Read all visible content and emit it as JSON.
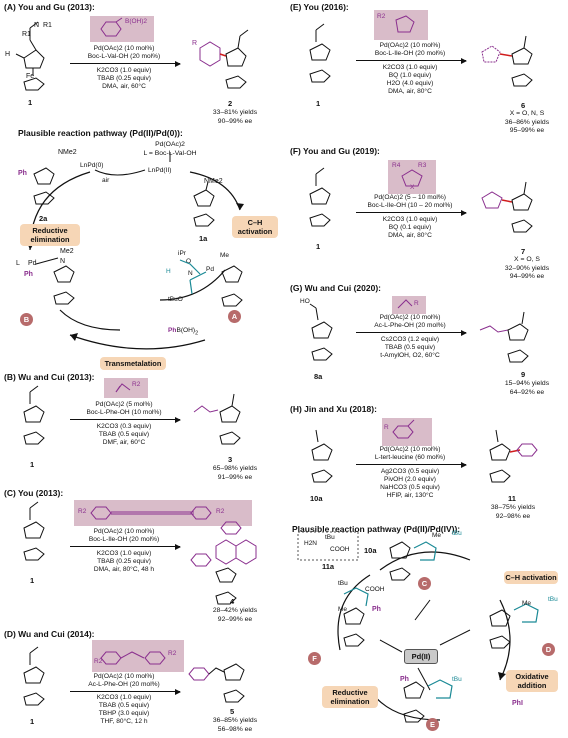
{
  "panel_a": {
    "title": "(A) You and Gu (2013):",
    "reagent_sub": "B(OH)2",
    "conditions": [
      "Pd(OAc)2 (10 mol%)",
      "Boc-L-Val-OH (20 mol%)",
      "K2CO3 (1.0 equiv)",
      "TBAB (0.25 equiv)",
      "DMA, air, 60°C"
    ],
    "sm_num": "1",
    "prod_num": "2",
    "results": [
      "33–81% yields",
      "90–99% ee"
    ],
    "sm_labels": {
      "n": "N",
      "r1a": "R1",
      "r1b": "R1",
      "h": "H",
      "fe": "Fe"
    }
  },
  "cycle1": {
    "title": "Plausible reaction pathway (Pd(II)/Pd(0)):",
    "top_labels": [
      "Pd(OAc)2",
      "L = Boc-L-Val-OH"
    ],
    "lnpd2": "LnPd(II)",
    "lnpd0": "LnPd(0)",
    "air": "air",
    "nme2": "NMe2",
    "ph": "Ph",
    "int_2a": "2a",
    "int_1a": "1a",
    "steps": [
      "C–H activation",
      "Reductive elimination",
      "Transmetalation"
    ],
    "b_labels": {
      "l": "L",
      "pd": "Pd",
      "me2": "Me2",
      "n": "N",
      "ph": "Ph"
    },
    "a_labels": {
      "ipr": "iPr",
      "o": "O",
      "h": "H",
      "n": "N",
      "pd": "Pd",
      "me": "Me",
      "tbuo": "tBuO"
    },
    "boronic": "PhB(OH)2",
    "circ_a": "A",
    "circ_b": "B"
  },
  "panel_b": {
    "title": "(B) Wu and Cui (2013):",
    "reagent_sub": "R2",
    "conditions": [
      "Pd(OAc)2 (5 mol%)",
      "Boc-L-Phe-OH (10 mol%)",
      "K2CO3 (0.3 equiv)",
      "TBAB (0.5 equiv)",
      "DMF, air, 60°C"
    ],
    "sm_num": "1",
    "prod_num": "3",
    "results": [
      "65–98% yields",
      "91–99% ee"
    ]
  },
  "panel_c": {
    "title": "(C) You (2013):",
    "reagent_subs": [
      "R2",
      "R2"
    ],
    "conditions": [
      "Pd(OAc)2 (10 mol%)",
      "Boc-L-Ile-OH (20 mol%)",
      "K2CO3 (1.0 equiv)",
      "TBAB (0.25 equiv)",
      "DMA, air, 80°C, 48 h"
    ],
    "sm_num": "1",
    "prod_num": "4",
    "results": [
      "28–42% yields",
      "92–99% ee"
    ]
  },
  "panel_d": {
    "title": "(D) Wu and Cui (2014):",
    "reagent_subs": [
      "R2",
      "R2"
    ],
    "conditions": [
      "Pd(OAc)2 (10 mol%)",
      "Ac-L-Phe-OH (20 mol%)",
      "K2CO3 (1.0 equiv)",
      "TBAB (0.5 equiv)",
      "TBHP (3.0 equiv)",
      "THF, 80°C, 12 h"
    ],
    "sm_num": "1",
    "prod_num": "5",
    "results": [
      "36–85% yields",
      "56–98% ee"
    ]
  },
  "panel_e": {
    "title": "(E) You (2016):",
    "reagent_sub": "R2",
    "conditions": [
      "Pd(OAc)2 (10 mol%)",
      "Boc-L-Ile-OH (20 mol%)",
      "K2CO3 (1.0 equiv)",
      "BQ (1.0 equiv)",
      "H2O (4.0 equiv)",
      "DMA, air, 80°C"
    ],
    "sm_num": "1",
    "prod_num": "6",
    "results": [
      "X = O, N, S",
      "36–86% yields",
      "95–99% ee"
    ]
  },
  "panel_f": {
    "title": "(F) You and Gu (2019):",
    "reagent_subs": [
      "R4",
      "R3",
      "X"
    ],
    "conditions": [
      "Pd(OAc)2 (5 – 10 mol%)",
      "Boc-L-Ile-OH (10 – 20 mol%)",
      "K2CO3 (1.0 equiv)",
      "BQ (0.1 equiv)",
      "DMA, air, 80°C"
    ],
    "sm_num": "1",
    "prod_num": "7",
    "results": [
      "X = O, S",
      "32–90% yields",
      "94–99% ee"
    ]
  },
  "panel_g": {
    "title": "(G) Wu and Cui (2020):",
    "reagent_sub": "R",
    "conditions": [
      "Pd(OAc)2 (10 mol%)",
      "Ac-L-Phe-OH (20 mol%)",
      "Cs2CO3 (1.2 equiv)",
      "TBAB (0.5 equiv)",
      "t-AmylOH, O2, 60°C"
    ],
    "sm_num": "8a",
    "prod_num": "9",
    "results": [
      "15–94% yields",
      "64–92% ee"
    ]
  },
  "panel_h": {
    "title": "(H) Jin and Xu (2018):",
    "reagent_sub": "R",
    "conditions": [
      "Pd(OAc)2 (10 mol%)",
      "L-tert-leucine (60 mol%)",
      "Ag2CO3 (0.5 equiv)",
      "PivOH (2.0 equiv)",
      "NaHCO3 (0.5 equiv)",
      "HFIP, air, 130°C"
    ],
    "sm_num": "10a",
    "prod_num": "11",
    "results": [
      "38–75% yields",
      "92–98% ee"
    ]
  },
  "cycle2": {
    "title": "Plausible reaction pathway (Pd(II)/Pd(IV)):",
    "center": "Pd(II)",
    "steps": [
      "C–H activation",
      "Oxidative addition",
      "Reductive elimination"
    ],
    "circs": [
      "C",
      "D",
      "E",
      "F"
    ],
    "int_11a": "11a",
    "int_10a": "10a",
    "tbu": "tBu",
    "cooh": "COOH",
    "h2n": "H2N",
    "me": "Me",
    "phi": "PhI",
    "ph": "Ph"
  },
  "colors": {
    "highlight": "#d9bcc9",
    "step_box": "#f6d6b6",
    "intermediate_circle": "#b76b6b",
    "teal": "#1b8a96",
    "purple": "#8a2f8e",
    "red": "#d01c1c"
  }
}
